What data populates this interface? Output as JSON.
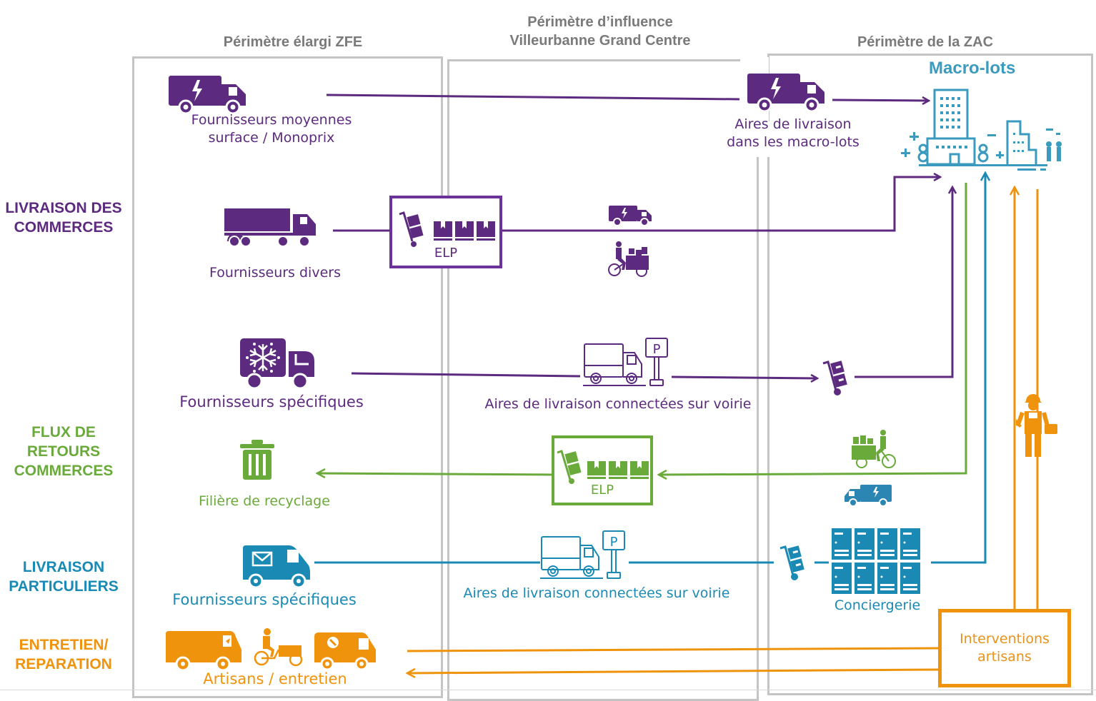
{
  "zones": [
    {
      "id": "zfe",
      "title": "Périmètre élargi ZFE"
    },
    {
      "id": "influence",
      "title_line1": "Périmètre d’influence",
      "title_line2": "Villeurbanne Grand Centre"
    },
    {
      "id": "zac",
      "title": "Périmètre de la ZAC"
    }
  ],
  "macro_lots": {
    "title": "Macro-lots",
    "icon": "buildings-icon"
  },
  "colors": {
    "commerces": "#5c2a7e",
    "retours": "#6aaa3a",
    "particuliers": "#1a8ab5",
    "entretien": "#f0930c",
    "zone_border": "#c4c4c4",
    "zone_title": "#7a7a7a",
    "macro_lots": "#3a9bbf"
  },
  "rows": [
    {
      "id": "commerces",
      "label_line1": "LIVRAISON DES",
      "label_line2": "COMMERCES"
    },
    {
      "id": "retours",
      "label_line1": "FLUX DE",
      "label_line2": "RETOURS",
      "label_line3": "COMMERCES"
    },
    {
      "id": "particuliers",
      "label_line1": "LIVRAISON",
      "label_line2": "PARTICULIERS"
    },
    {
      "id": "entretien",
      "label_line1": "ENTRETIEN/",
      "label_line2": "REPARATION"
    }
  ],
  "nodes": {
    "fournisseurs_moyennes": {
      "line1": "Fournisseurs moyennes",
      "line2": "surface  / Monoprix",
      "icon": "electric-truck-icon"
    },
    "aires_macro_lots": {
      "line1": "Aires de livraison",
      "line2": "dans les macro-lots",
      "icon": "electric-truck-icon"
    },
    "fournisseurs_divers": {
      "label": "Fournisseurs divers",
      "icon": "semi-truck-icon"
    },
    "elp_commerces": {
      "label": "ELP",
      "icon": "hand-truck-boxes-icon"
    },
    "transport_commerces": {
      "icons": [
        "electric-van-icon",
        "cargo-bike-icon"
      ]
    },
    "fournisseurs_specifiques_frigo": {
      "label": "Fournisseurs spécifiques",
      "icon": "refrigerated-truck-icon"
    },
    "aires_voirie_commerces": {
      "label": "Aires de livraison connectées sur voirie",
      "icon": "truck-parking-icon"
    },
    "chariot_commerces": {
      "icon": "hand-truck-icon"
    },
    "filiere_recyclage": {
      "label": "Filière de recyclage",
      "icon": "trash-bin-icon"
    },
    "elp_retours": {
      "label": "ELP",
      "icon": "hand-truck-boxes-icon"
    },
    "transport_retours": {
      "icons": [
        "cargo-bike-icon",
        "electric-van-icon"
      ]
    },
    "fournisseurs_specifiques_mail": {
      "label": "Fournisseurs spécifiques",
      "icon": "mail-van-icon"
    },
    "aires_voirie_particuliers": {
      "label": "Aires de livraison connectées sur voirie",
      "icon": "truck-parking-icon"
    },
    "conciergerie": {
      "label": "Conciergerie",
      "icons": [
        "hand-truck-icon",
        "lockers-icon"
      ]
    },
    "artisans": {
      "label": "Artisans / entretien",
      "icons": [
        "van-icon",
        "cargo-bike-icon",
        "repair-van-icon"
      ]
    },
    "interventions": {
      "line1": "Interventions",
      "line2": "artisans"
    },
    "worker": {
      "icon": "worker-icon"
    }
  }
}
